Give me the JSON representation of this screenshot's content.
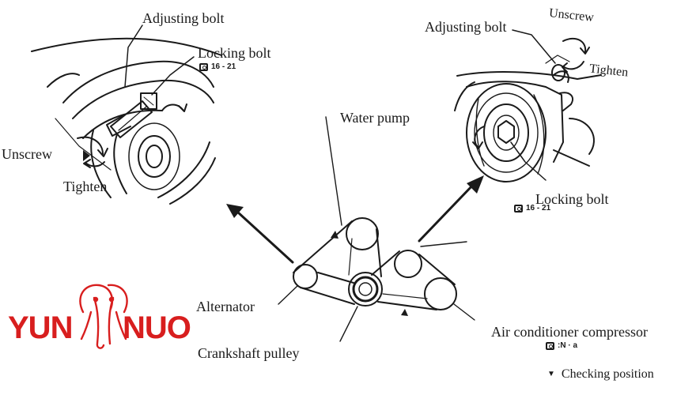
{
  "labels": {
    "adjusting_bolt_left": "Adjusting bolt",
    "locking_bolt_left": "Locking bolt",
    "torque_left": "16 - 21",
    "unscrew_left": "Unscrew",
    "tighten_left": "Tighten",
    "adjusting_bolt_right": "Adjusting bolt",
    "unscrew_right": "Unscrew",
    "tighten_right": "Tighten",
    "locking_bolt_right": "Locking bolt",
    "torque_right": "16 - 21",
    "water_pump": "Water pump",
    "alternator": "Alternator",
    "crankshaft_pulley": "Crankshaft pulley",
    "air_conditioner_compressor": "Air conditioner compressor",
    "torque_compressor": ":N · a"
  },
  "legend": {
    "checking_position": "Checking position"
  },
  "logo": {
    "left_word": "YUN",
    "right_word": "NUO",
    "brand_color": "#d81e1e"
  },
  "icons": [
    "torque-wrench-icon",
    "checking-position-triangle-icon",
    "elephant-logo-icon",
    "rotation-arrow-icon"
  ],
  "colors": {
    "line": "#1a1a1a",
    "background": "#ffffff"
  }
}
